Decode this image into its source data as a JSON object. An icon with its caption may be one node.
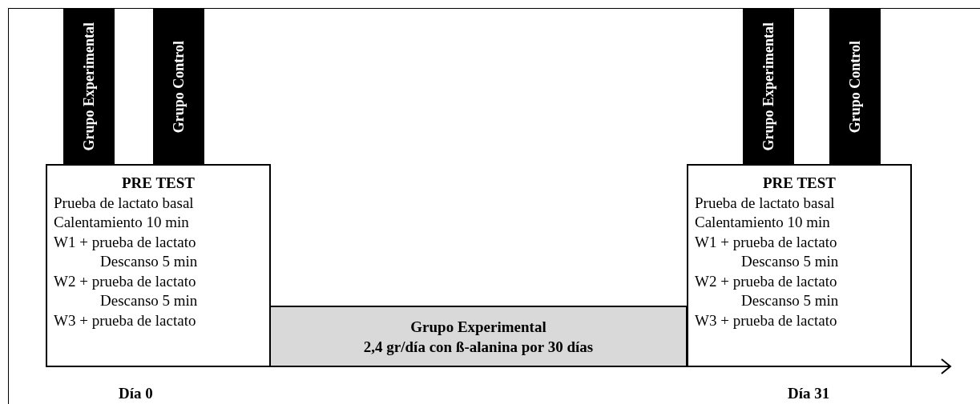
{
  "diagram": {
    "nodes": [
      {
        "text": [
          "Grupo Experimental"
        ]
      },
      {
        "text": [
          "Grupo Control"
        ]
      },
      {
        "text": [
          "PRE TEST",
          "Prueba de lactato basal",
          "Calentamiento 10 min",
          "W1 + prueba de lactato",
          "Descanso 5 min",
          "W2 + prueba de lactato",
          "Descanso 5 min",
          "W3 + prueba de lactato"
        ]
      },
      {
        "text": [
          "Grupo Experimental",
          "2,4 gr/día con ß-alanina por 30 días"
        ]
      },
      {
        "text": [
          "Grupo Experimental"
        ]
      },
      {
        "text": [
          "Grupo Control"
        ]
      },
      {
        "text": [
          "PRE TEST",
          "Prueba de lactato basal",
          "Calentamiento 10 min",
          "W1 + prueba de lactato",
          "Descanso 5 min",
          "W2 + prueba de lactato",
          "Descanso 5 min",
          "W3 + prueba de lactato"
        ]
      }
    ],
    "edges": [],
    "labels": [
      "Día 0",
      "Día 31"
    ]
  }
}
